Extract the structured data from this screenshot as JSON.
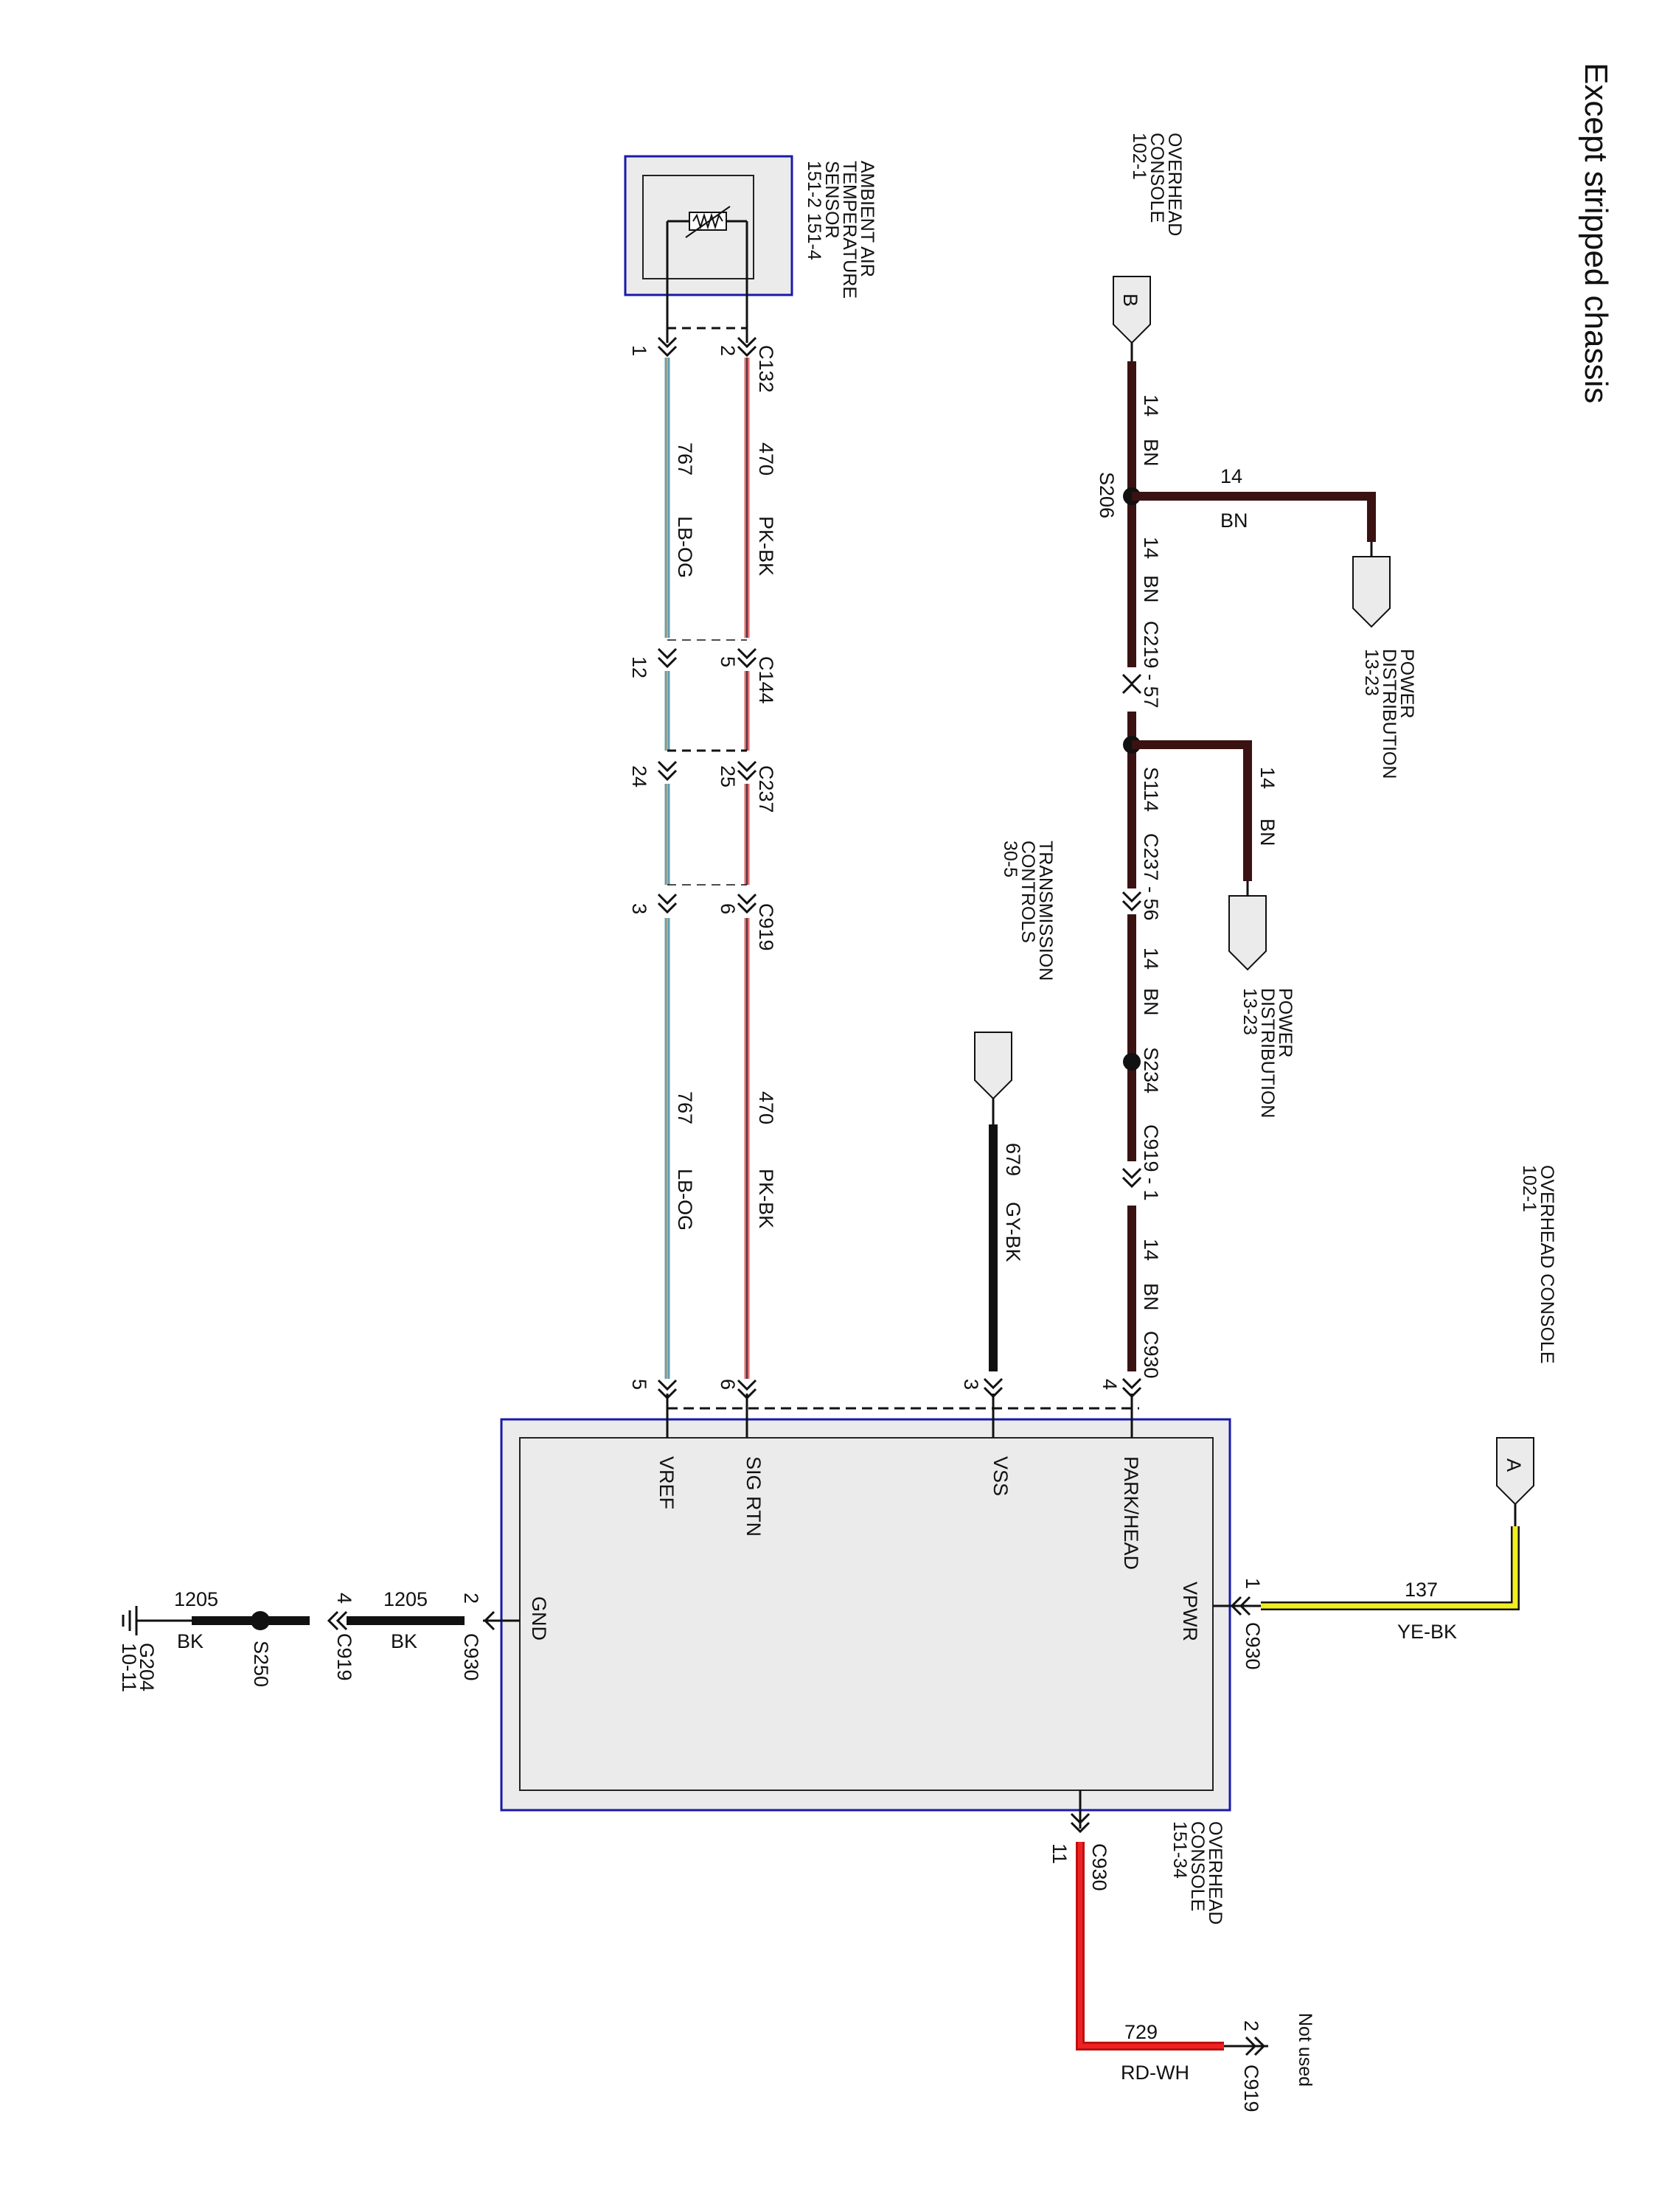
{
  "title": "Except stripped chassis",
  "colors": {
    "brown": "#3a1212",
    "black": "#111111",
    "pink": "#e06a70",
    "lightblue": "#5aa0b8",
    "yellow": "#f2ee22",
    "red": "#ee2222",
    "module_border": "#1a1aa8",
    "module_fill": "#ebebeb"
  },
  "components": {
    "sensor": {
      "name_lines": [
        "AMBIENT AIR",
        "TEMPERATURE",
        "SENSOR",
        "151-2  151-4"
      ],
      "icon": "thermistor-icon"
    },
    "overhead_console_b": {
      "lines": [
        "OVERHEAD",
        "CONSOLE",
        "102-1"
      ],
      "connector": "B"
    },
    "overhead_console_a": {
      "lines": [
        "OVERHEAD CONSOLE",
        "102-1"
      ],
      "connector": "A"
    },
    "overhead_console_bottom": {
      "lines": [
        "OVERHEAD",
        "CONSOLE",
        "151-34"
      ]
    },
    "power_distribution_1": {
      "lines": [
        "POWER",
        "DISTRIBUTION",
        "13-23"
      ]
    },
    "power_distribution_2": {
      "lines": [
        "POWER",
        "DISTRIBUTION",
        "13-23"
      ]
    },
    "transmission_controls": {
      "lines": [
        "TRANSMISSION",
        "CONTROLS",
        "30-5"
      ]
    },
    "module_pins": {
      "vref": "VREF",
      "sig_rtn": "SIG RTN",
      "vss": "VSS",
      "park_head": "PARK/HEAD",
      "vpwr": "VPWR",
      "gnd": "GND"
    },
    "ground": {
      "name": "G204",
      "ref": "10-11"
    },
    "not_used": "Not used"
  },
  "labels": {
    "c132": "C132",
    "c144": "C144",
    "c237": "C237",
    "c919": "C919",
    "c930": "C930",
    "c219_57": "C219 - 57",
    "c237_56": "C237 - 56",
    "c919_1": "C919 - 1",
    "s206": "S206",
    "s114": "S114",
    "s234": "S234",
    "s250": "S250",
    "pin_1": "1",
    "pin_2": "2",
    "pin_3": "3",
    "pin_4": "4",
    "pin_5": "5",
    "pin_6": "6",
    "pin_11": "11",
    "pin_12": "12",
    "pin_24": "24",
    "pin_25": "25",
    "w14": "14",
    "bn": "BN",
    "w470": "470",
    "pkbk": "PK-BK",
    "w767": "767",
    "lbog": "LB-OG",
    "w679": "679",
    "gybk": "GY-BK",
    "w137": "137",
    "yebk": "YE-BK",
    "w1205": "1205",
    "bk": "BK",
    "w729": "729",
    "rdwh": "RD-WH"
  }
}
